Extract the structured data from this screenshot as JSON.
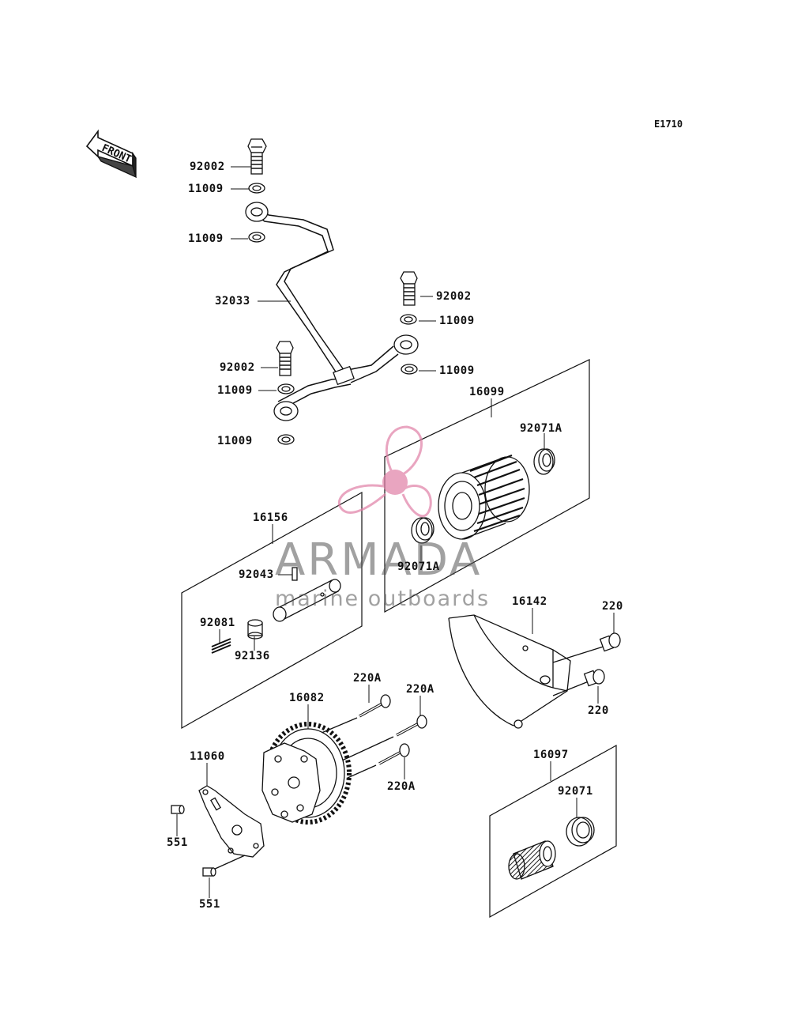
{
  "diagram_code": "E1710",
  "front_label": "FRONT",
  "watermark": {
    "brand": "ARMADA",
    "tagline": "marine outboards",
    "color": "#e07fa6"
  },
  "parts": {
    "p92002_a": "92002",
    "p11009_a": "11009",
    "p11009_b": "11009",
    "p32033": "32033",
    "p92002_b": "92002",
    "p11009_c": "11009",
    "p92002_c": "92002",
    "p11009_d": "11009",
    "p11009_e": "11009",
    "p11009_f": "11009",
    "p16099": "16099",
    "p92071A_a": "92071A",
    "p92071A_b": "92071A",
    "p16156": "16156",
    "p92043": "92043",
    "p92081": "92081",
    "p92136": "92136",
    "p16142": "16142",
    "p220_a": "220",
    "p220_b": "220",
    "p220A_a": "220A",
    "p220A_b": "220A",
    "p220A_c": "220A",
    "p16082": "16082",
    "p11060": "11060",
    "p551_a": "551",
    "p551_b": "551",
    "p16097": "16097",
    "p92071": "92071"
  }
}
